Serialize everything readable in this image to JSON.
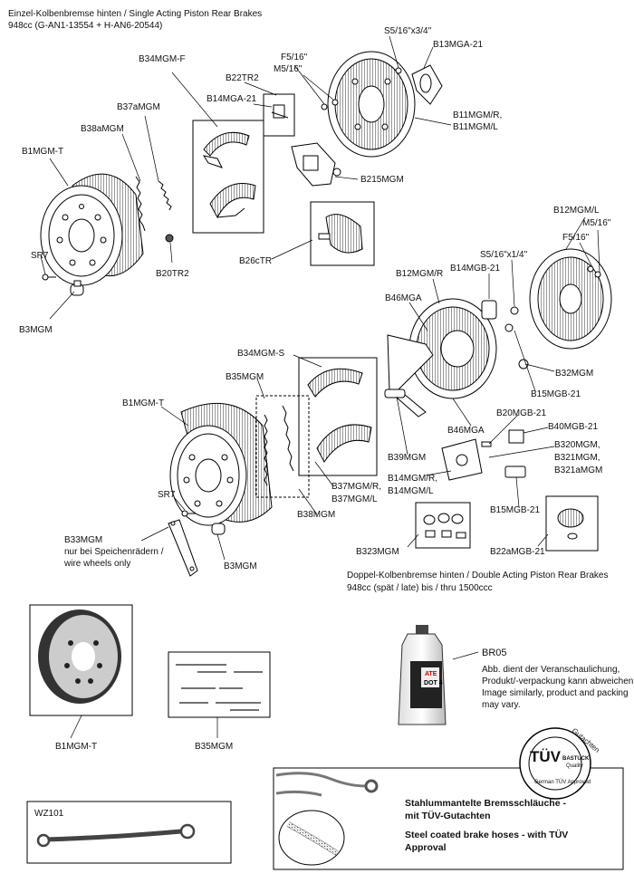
{
  "header_top": {
    "line1": "Einzel-Kolbenbremse hinten / Single Acting Piston Rear Brakes",
    "line2": "948cc (G-AN1-13554 + H-AN6-20544)"
  },
  "header_mid": {
    "line1": "Doppel-Kolbenbremse hinten / Double Acting Piston Rear Brakes",
    "line2": "948cc (spät / late) bis / thru 1500ccc"
  },
  "labels_top": {
    "s5_34": "S5/16\"x3/4\"",
    "b13mga21": "B13MGA-21",
    "b34mgmf": "B34MGM-F",
    "f516": "F5/16\"",
    "m516": "M5/16\"",
    "b22tr2": "B22TR2",
    "b14mga21": "B14MGA-21",
    "b37amgm": "B37aMGM",
    "b11mgm1": "B11MGM/R,",
    "b11mgm2": "B11MGM/L",
    "b38amgm": "B38aMGM",
    "b1mgmt": "B1MGM-T",
    "b215mgm": "B215MGM",
    "sr7": "SR7",
    "b20tr2": "B20TR2",
    "b26ctr": "B26cTR",
    "b3mgm": "B3MGM"
  },
  "labels_mid": {
    "b12mgml": "B12MGM/L",
    "m516": "M5/16\"",
    "f516": "F5/16\"",
    "s5_14": "S5/16\"x1/4\"",
    "b14mgb21": "B14MGB-21",
    "b12mgmr": "B12MGM/R",
    "b46mga_a": "B46MGA",
    "b34mgms": "B34MGM-S",
    "b32mgm": "B32MGM",
    "b35mgm": "B35MGM",
    "b15mgb21_a": "B15MGB-21",
    "b1mgmt": "B1MGM-T",
    "b20mgb21": "B20MGB-21",
    "b40mgb21": "B40MGB-21",
    "b46mga_b": "B46MGA",
    "b320_1": "B320MGM,",
    "b320_2": "B321MGM,",
    "b320_3": "B321aMGM",
    "b39mgm": "B39MGM",
    "b14mgmr1": "B14MGM/R,",
    "b14mgmr2": "B14MGM/L",
    "b37mgmr1": "B37MGM/R,",
    "b37mgmr2": "B37MGM/L",
    "sr7": "SR7",
    "b38mgm": "B38MGM",
    "b15mgb21_b": "B15MGB-21",
    "b33mgm": "B33MGM",
    "b33note1": "nur bei Speichenrädern /",
    "b33note2": "wire wheels only",
    "b3mgm": "B3MGM",
    "b323mgm": "B323MGM",
    "b22amgb21": "B22aMGB-21"
  },
  "bottom": {
    "b1mgmt": "B1MGM-T",
    "b35mgm": "B35MGM",
    "br05": "BR05",
    "br05_note1": "Abb. dient der Veranschaulichung,",
    "br05_note2": "Produkt/-verpackung kann abweichen. /",
    "br05_note3": "Image similarly, product and packing",
    "br05_note4": "may vary.",
    "bottle_brand": "ATE",
    "bottle_dot": "DOT 4",
    "tuv_brand": "TÜV",
    "tuv_arc": "Gutachten",
    "tuv_sub1": "BASTUCK",
    "tuv_sub2": "Quality",
    "tuv_sub3": "German TÜV Approved",
    "hose_de1": "Stahlummantelte Bremsschläuche -",
    "hose_de2": "mit TÜV-Gutachten",
    "hose_en1": "Steel coated brake hoses - with TÜV",
    "hose_en2": "Approval",
    "wz101": "WZ101"
  }
}
